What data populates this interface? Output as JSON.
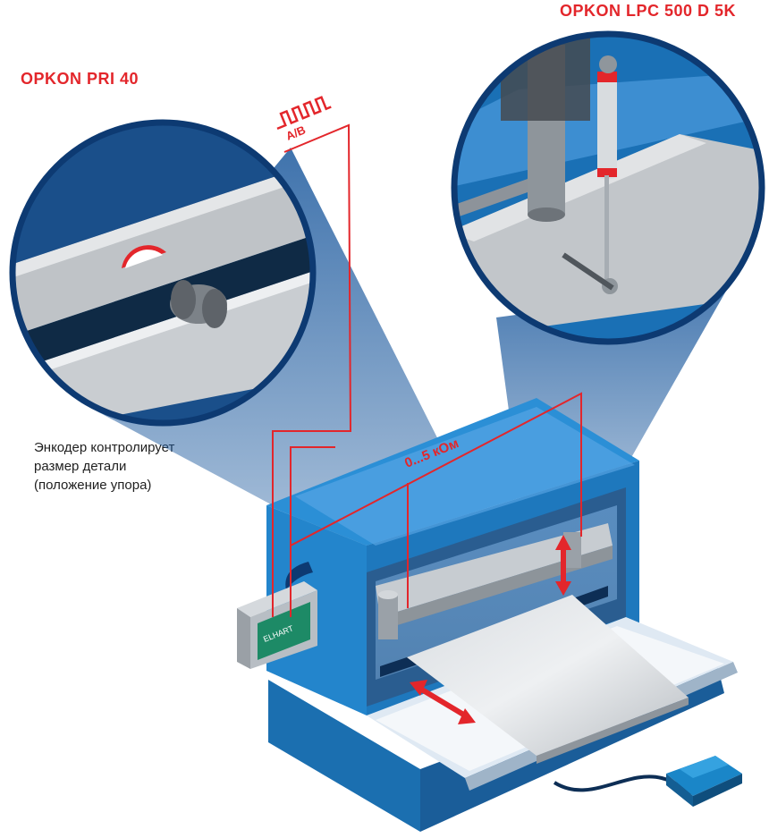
{
  "labels": {
    "encoder_title": "OPKON PRI 40",
    "sensor_title": "OPKON LPC 500 D 5K",
    "signal_label": "A/B",
    "resistance_label": "0...5 кОм",
    "brand": "ELHART",
    "caption": [
      "Энкодер контролирует",
      "размер детали",
      "(положение упора)"
    ]
  },
  "colors": {
    "accent_red": "#e3262b",
    "machine_blue": "#1f7fc4",
    "dark_navy": "#0d3a72",
    "steel_gray": "#b9bdc2"
  },
  "icons": {
    "signal": "square-wave-icon",
    "motion": "double-arrow-icon"
  }
}
